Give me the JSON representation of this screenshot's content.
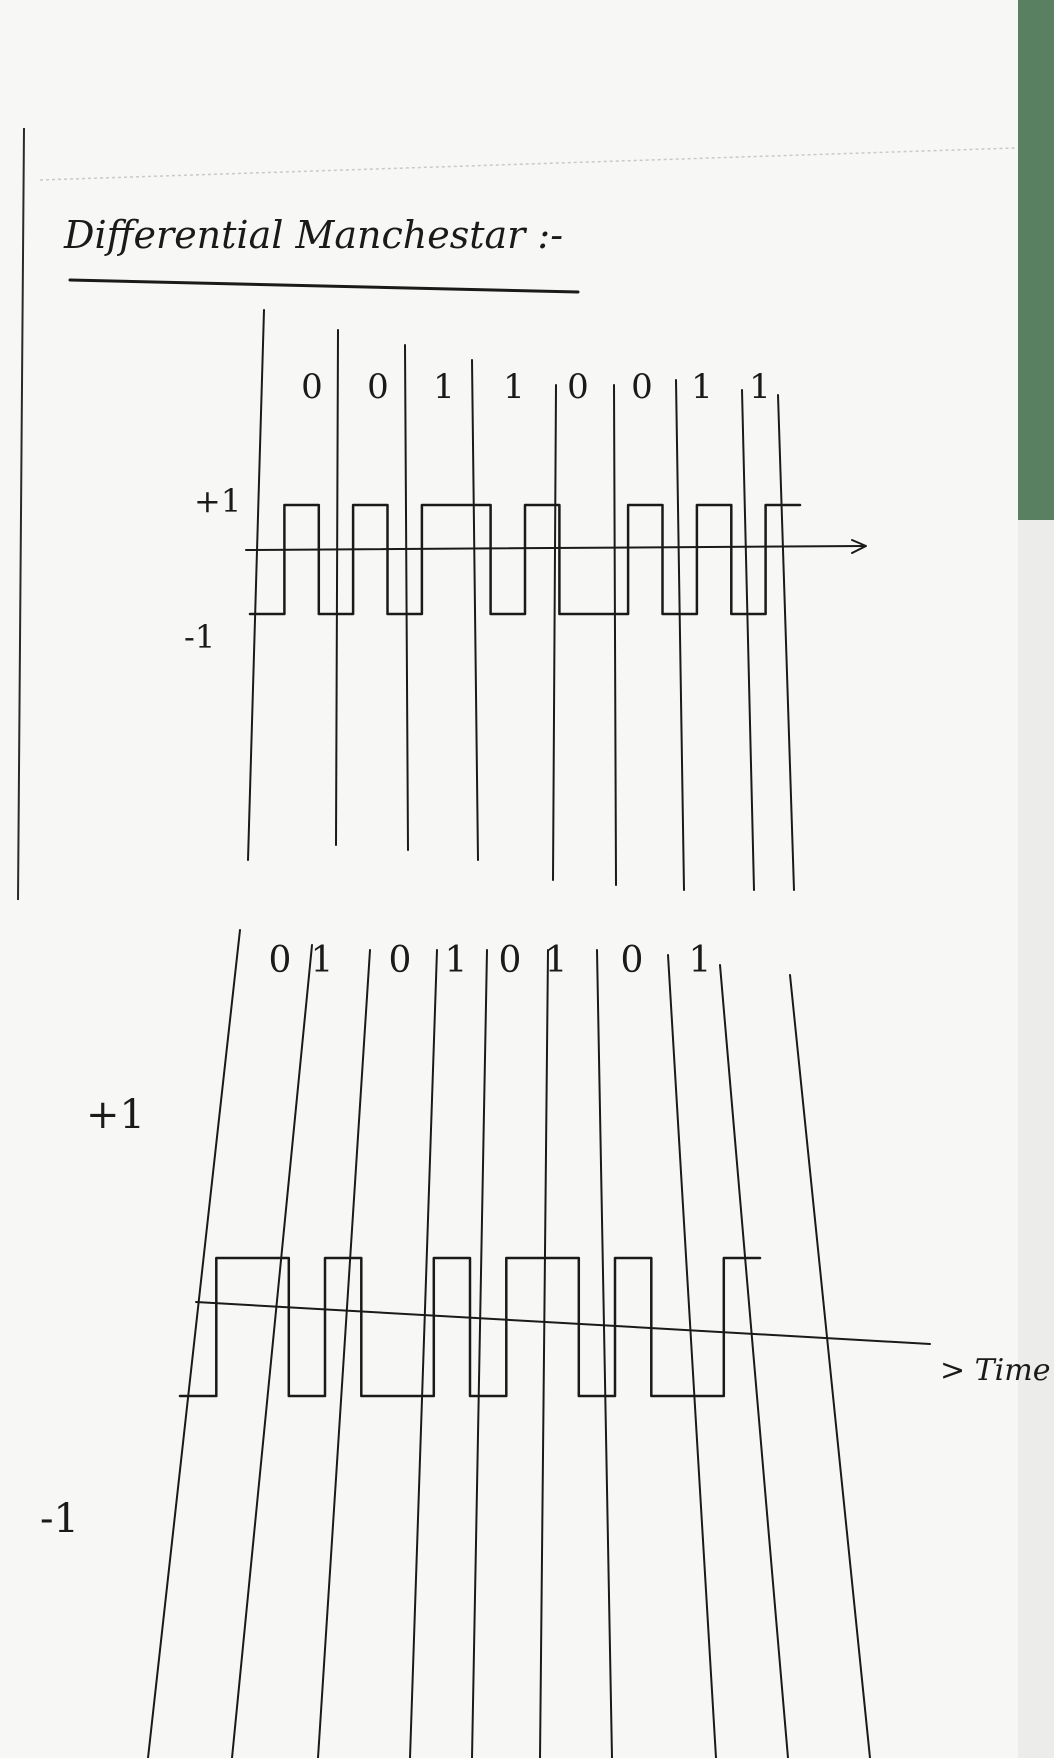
{
  "title": "Differential Manchestar :-",
  "colors": {
    "paper": "#f7f7f5",
    "ink": "#1a1a1a",
    "rule": "#c9c9c9",
    "edge_green": "#3d6b45"
  },
  "diagram_top": {
    "bits": [
      "0",
      "0",
      "1",
      "1",
      "0",
      "0",
      "1",
      "1"
    ],
    "y_plus_label": "+1",
    "y_minus_label": "-1",
    "signal_levels": [
      -1,
      1,
      -1,
      1,
      -1,
      1,
      1,
      -1,
      1,
      -1,
      -1,
      1,
      -1,
      1,
      -1,
      1
    ]
  },
  "diagram_bottom": {
    "bits": [
      "0",
      "1",
      "0",
      "1",
      "0",
      "1",
      "0",
      "1"
    ],
    "y_plus_label": "+1",
    "y_minus_label": "-1",
    "time_label": "> Time",
    "signal_levels": [
      -1,
      1,
      1,
      -1,
      1,
      -1,
      -1,
      1,
      -1,
      1,
      1,
      -1,
      1,
      -1,
      -1,
      1
    ]
  }
}
